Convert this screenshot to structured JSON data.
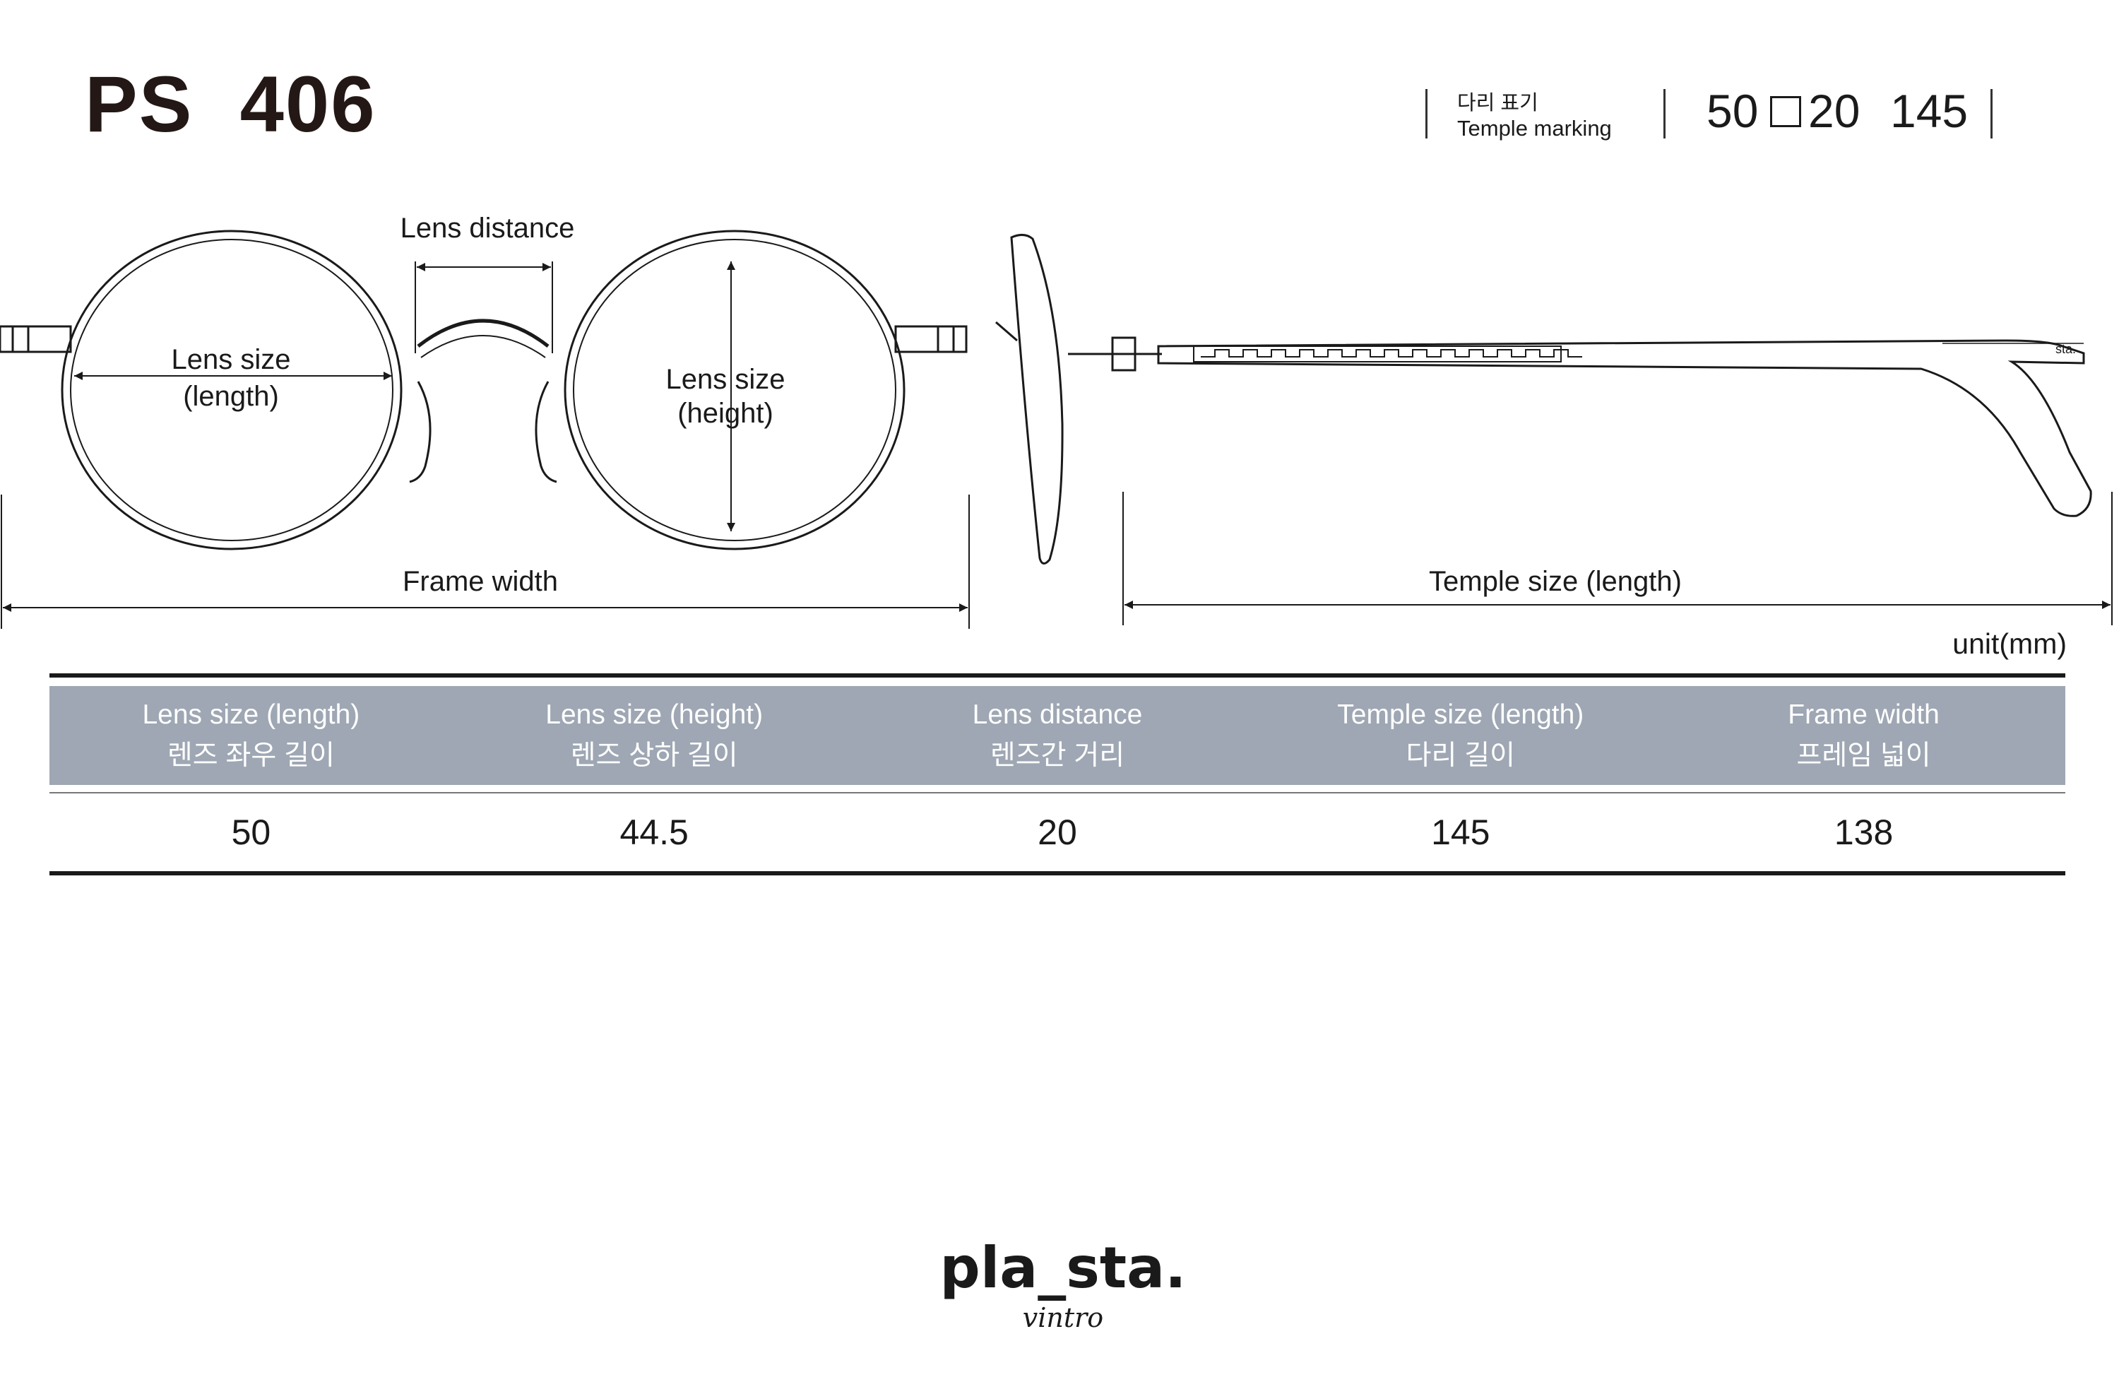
{
  "header": {
    "model_title": "PS  406",
    "temple_marking_kr": "다리 표기",
    "temple_marking_en": "Temple marking",
    "lens_value": "50",
    "bridge_value": "20",
    "temple_value": "145"
  },
  "diagram": {
    "lens_distance": "Lens distance",
    "lens_size_length_1": "Lens size",
    "lens_size_length_2": "(length)",
    "lens_size_height_1": "Lens size",
    "lens_size_height_2": "(height)",
    "frame_width": "Frame width",
    "temple_size_length": "Temple size  (length)",
    "temple_engraving": "sta."
  },
  "unit_label": "unit(mm)",
  "table": {
    "columns": [
      {
        "en": "Lens size (length)",
        "kr": "렌즈 좌우 길이"
      },
      {
        "en": "Lens size (height)",
        "kr": "렌즈 상하 길이"
      },
      {
        "en": "Lens distance",
        "kr": "렌즈간 거리"
      },
      {
        "en": "Temple size  (length)",
        "kr": "다리 길이"
      },
      {
        "en": "Frame width",
        "kr": "프레임 넓이"
      }
    ],
    "values": [
      "50",
      "44.5",
      "20",
      "145",
      "138"
    ]
  },
  "brand": {
    "logo": "pla_sta.",
    "sub": "vintro"
  },
  "colors": {
    "header_band": "#9ea7b3",
    "ink": "#1a1a1a"
  }
}
